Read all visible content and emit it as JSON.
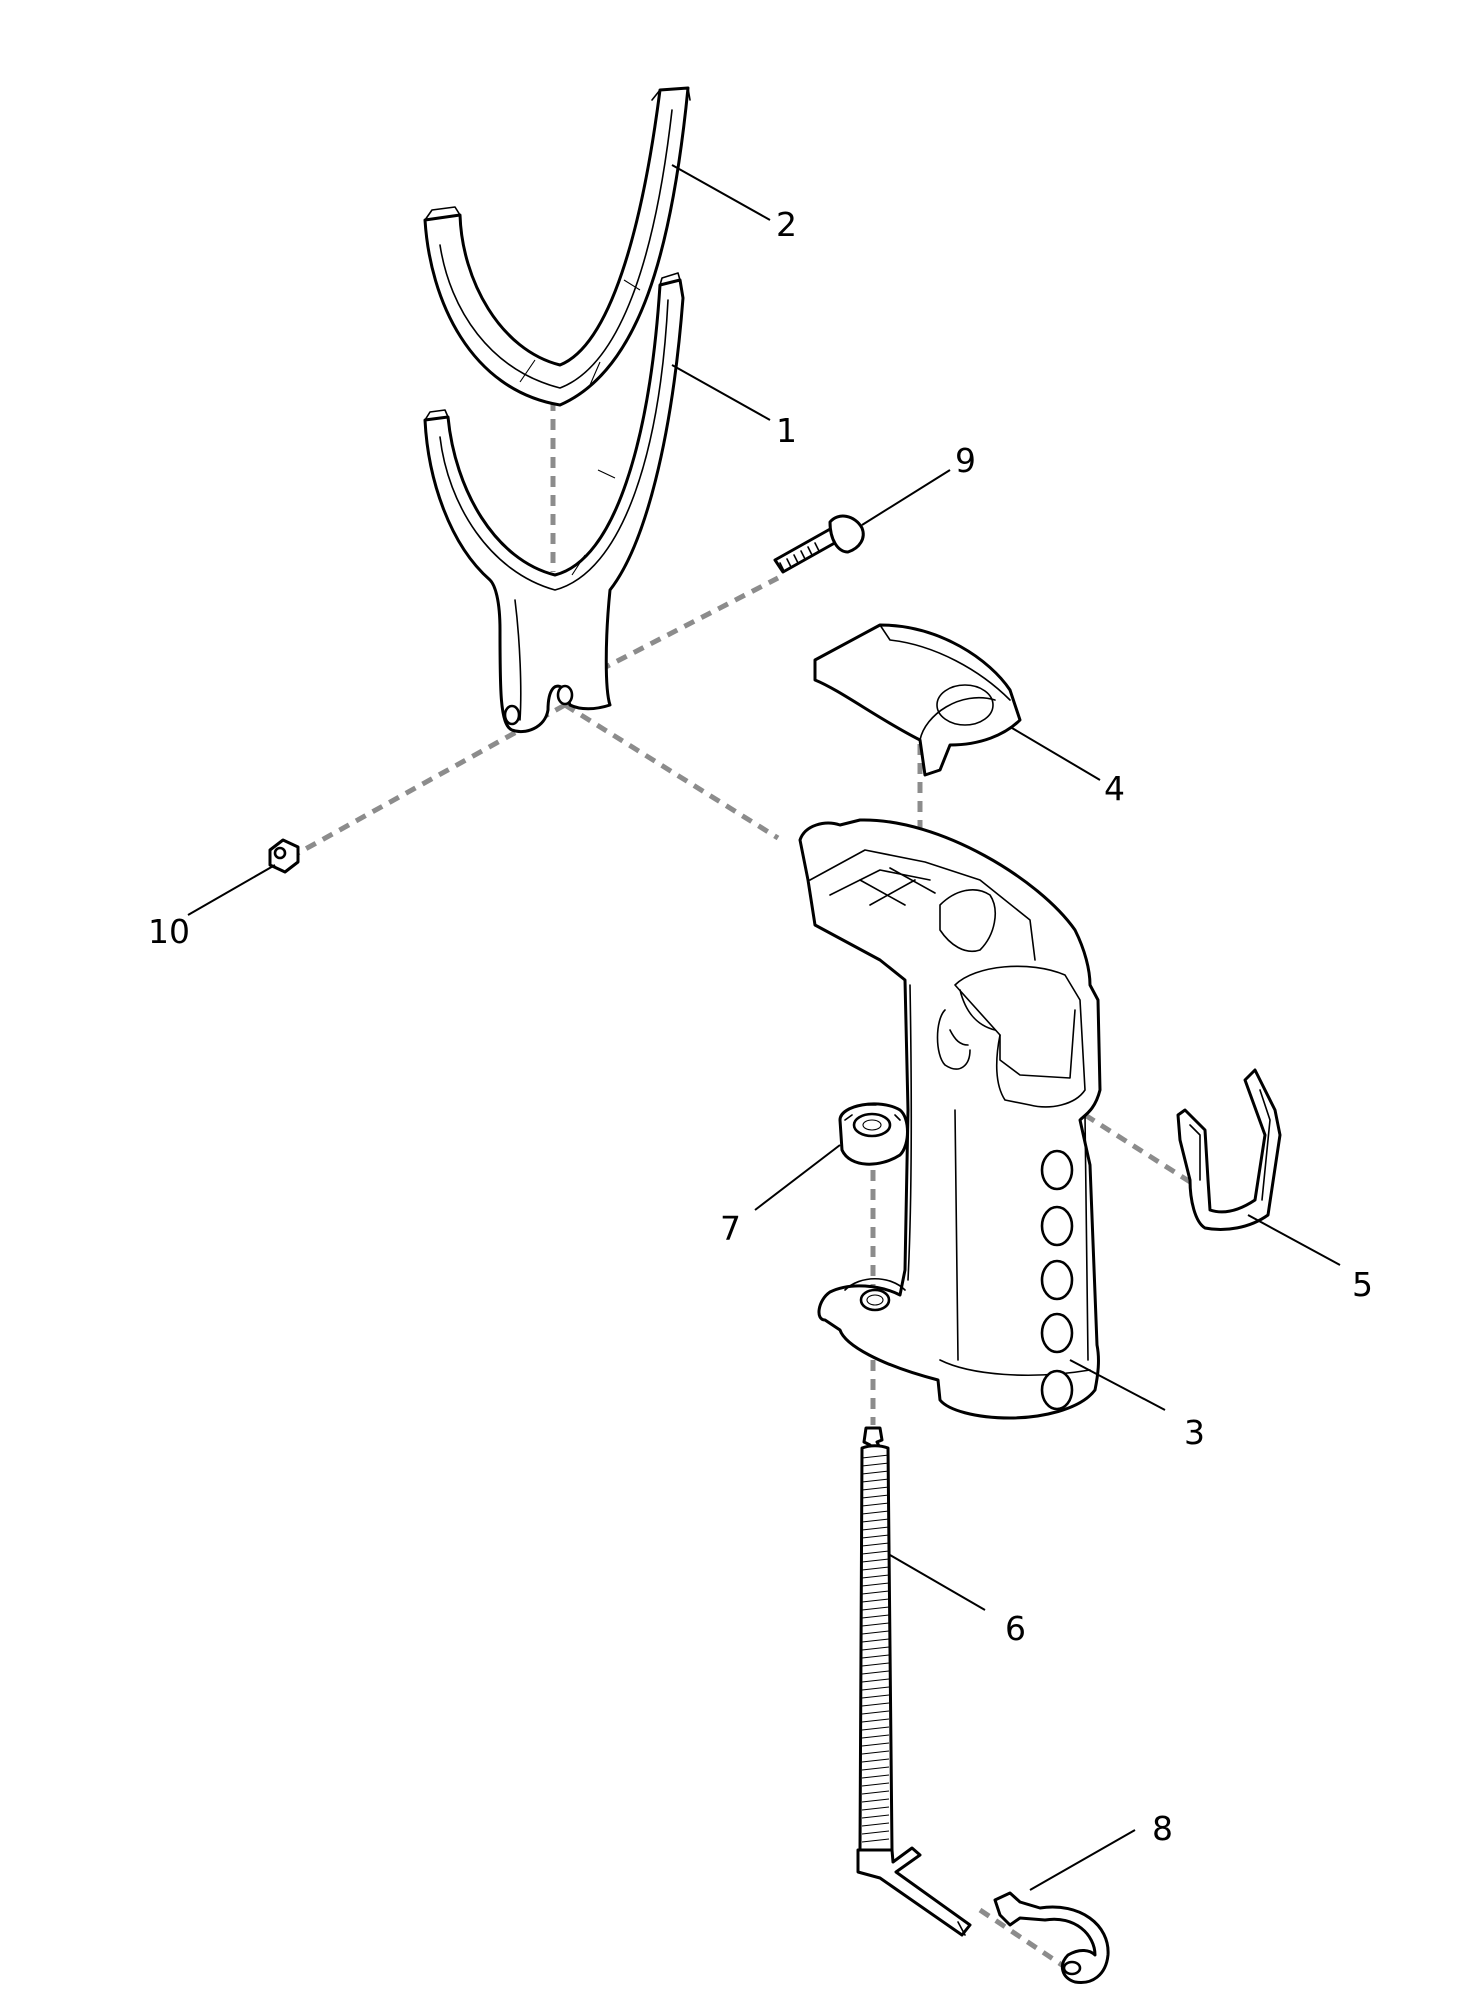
{
  "diagram": {
    "kind": "exploded-parts-view",
    "callouts": [
      {
        "id": "1",
        "part": "yoke"
      },
      {
        "id": "2",
        "part": "yoke-pad"
      },
      {
        "id": "3",
        "part": "handle-body"
      },
      {
        "id": "4",
        "part": "top-cover"
      },
      {
        "id": "5",
        "part": "clip"
      },
      {
        "id": "6",
        "part": "threaded-rod"
      },
      {
        "id": "7",
        "part": "bushing"
      },
      {
        "id": "8",
        "part": "spring-clip"
      },
      {
        "id": "9",
        "part": "bolt"
      },
      {
        "id": "10",
        "part": "nut"
      }
    ]
  }
}
